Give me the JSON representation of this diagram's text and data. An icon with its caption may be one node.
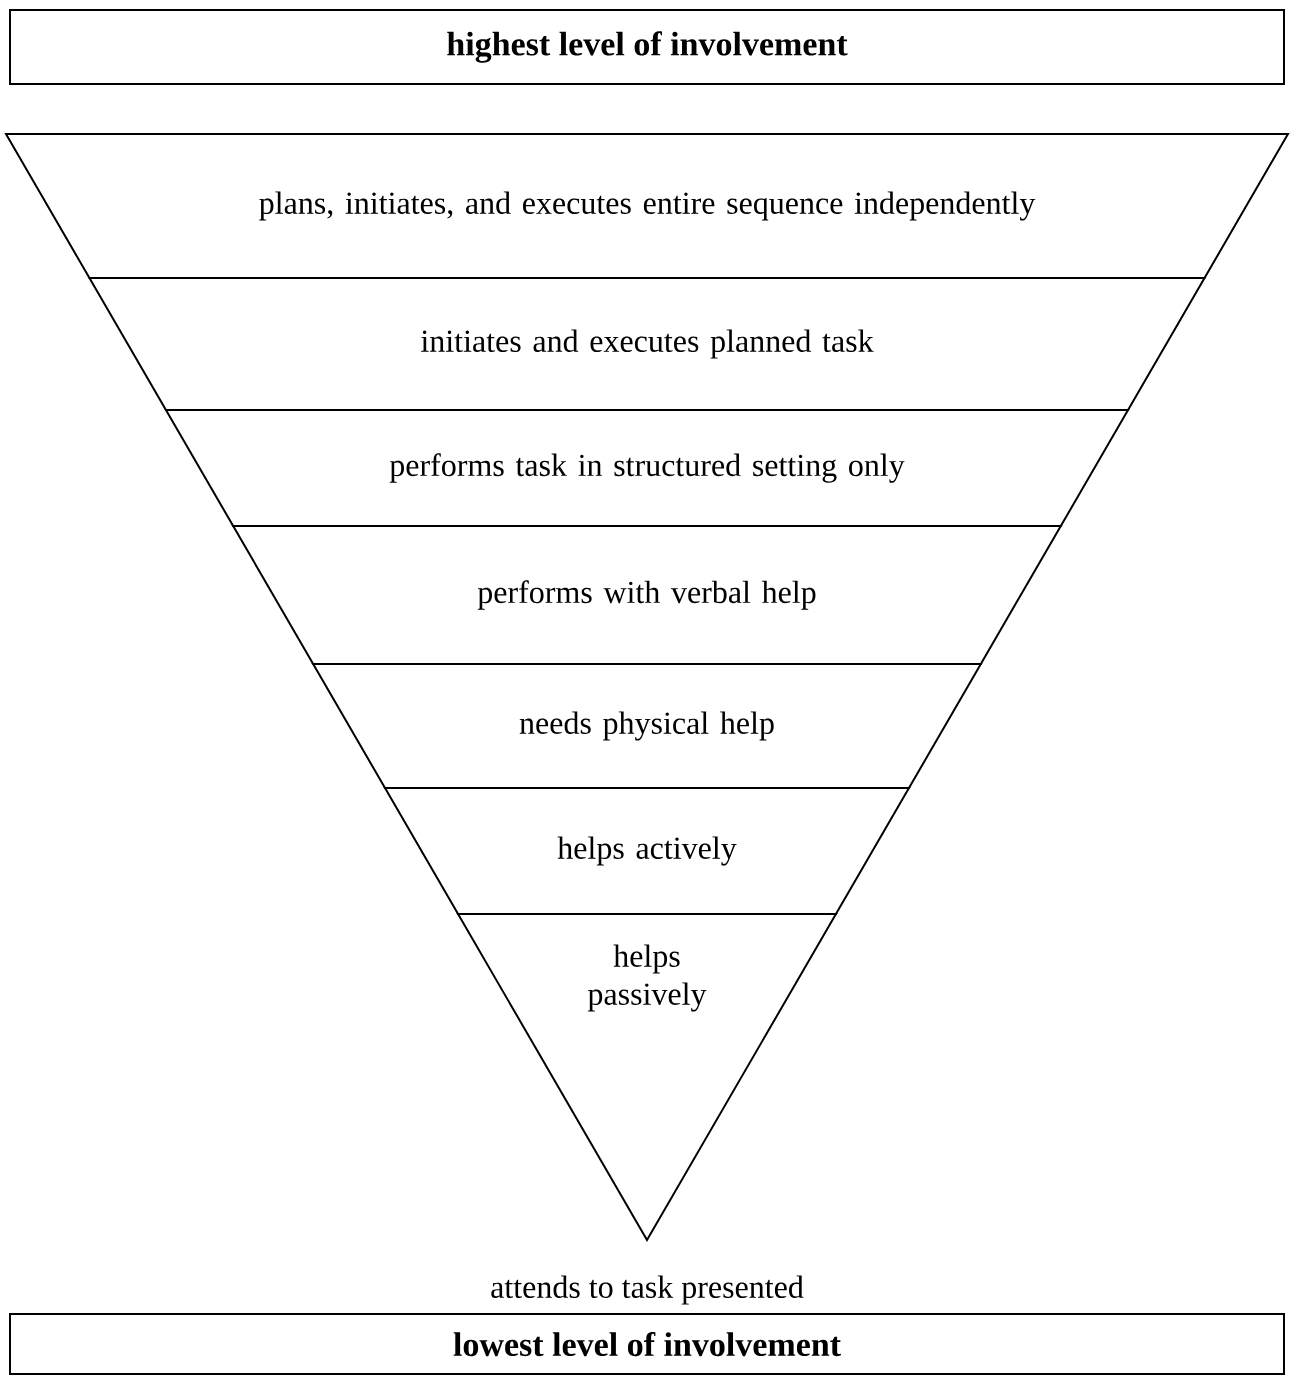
{
  "diagram": {
    "nodes": [
      {
        "text": [
          "highest level of involvement"
        ]
      },
      {
        "text": [
          "plans, initiates, and executes entire sequence independently"
        ]
      },
      {
        "text": [
          "initiates and executes planned task"
        ]
      },
      {
        "text": [
          "performs task in structured setting only"
        ]
      },
      {
        "text": [
          "performs with verbal help"
        ]
      },
      {
        "text": [
          "needs physical help"
        ]
      },
      {
        "text": [
          "helps actively"
        ]
      },
      {
        "text": [
          "helps passively"
        ]
      },
      {
        "text": [
          "lowest level of involvement"
        ]
      }
    ],
    "labels": [
      "attends to task presented"
    ]
  }
}
